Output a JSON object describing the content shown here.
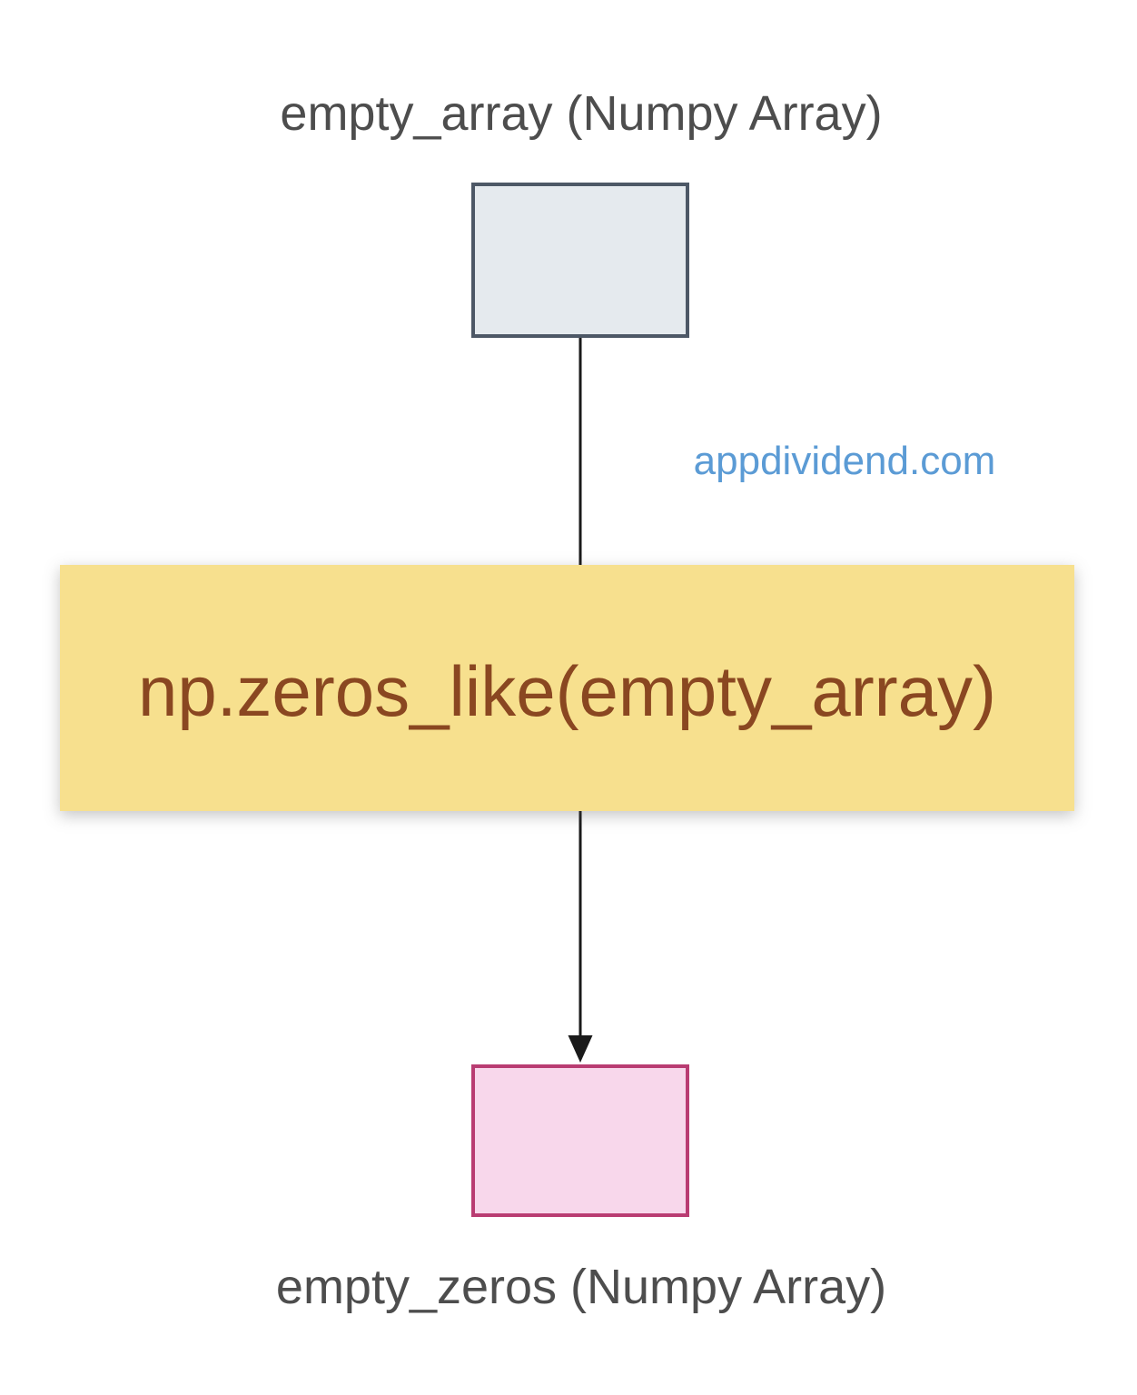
{
  "diagram": {
    "nodes": {
      "input": {
        "label": "empty_array (Numpy Array)"
      },
      "operation": {
        "label": "np.zeros_like(empty_array)"
      },
      "output": {
        "label": "empty_zeros (Numpy Array)"
      }
    },
    "watermark": "appdividend.com",
    "colors": {
      "input_box_fill": "#e5eaee",
      "input_box_border": "#4d5866",
      "output_box_fill": "#f8d7eb",
      "output_box_border": "#b93c72",
      "operation_banner_fill": "#f7e08e",
      "operation_text": "#8a4721",
      "node_label_text": "#4d4d4d",
      "watermark_text": "#5b9bd5",
      "connector": "#1a1a1a",
      "background": "#ffffff"
    }
  }
}
